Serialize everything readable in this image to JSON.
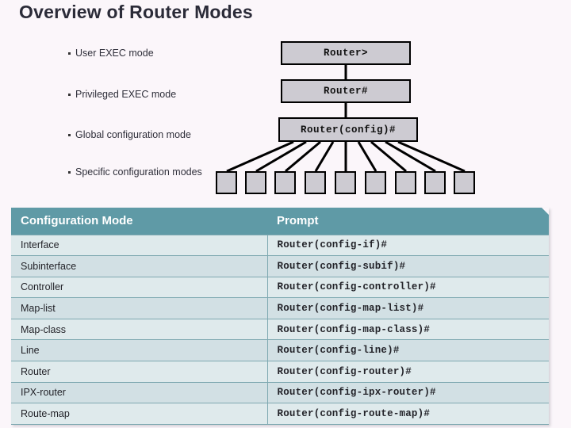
{
  "slide": {
    "title": "Overview of Router Modes",
    "background_color": "#fbf6fa"
  },
  "bullets": [
    {
      "text": "User EXEC mode"
    },
    {
      "text": "Privileged EXEC mode"
    },
    {
      "text": "Global configuration mode"
    },
    {
      "text": "Specific configuration modes"
    }
  ],
  "diagram": {
    "nodes": [
      {
        "id": "user",
        "label": "Router>"
      },
      {
        "id": "priv",
        "label": "Router#"
      },
      {
        "id": "config",
        "label": "Router(config)#"
      }
    ],
    "leaf_count": 9,
    "node_fill": "#cdcbd2",
    "node_stroke": "#000000"
  },
  "table": {
    "header_color": "#5f9aa6",
    "row_colors": [
      "#dfeaec",
      "#d2e0e4"
    ],
    "columns": [
      "Configuration Mode",
      "Prompt"
    ],
    "rows": [
      {
        "mode": "Interface",
        "prompt": "Router(config-if)#"
      },
      {
        "mode": "Subinterface",
        "prompt": "Router(config-subif)#"
      },
      {
        "mode": "Controller",
        "prompt": "Router(config-controller)#"
      },
      {
        "mode": "Map-list",
        "prompt": "Router(config-map-list)#"
      },
      {
        "mode": "Map-class",
        "prompt": "Router(config-map-class)#"
      },
      {
        "mode": "Line",
        "prompt": "Router(config-line)#"
      },
      {
        "mode": "Router",
        "prompt": "Router(config-router)#"
      },
      {
        "mode": "IPX-router",
        "prompt": "Router(config-ipx-router)#"
      },
      {
        "mode": "Route-map",
        "prompt": "Router(config-route-map)#"
      }
    ]
  }
}
